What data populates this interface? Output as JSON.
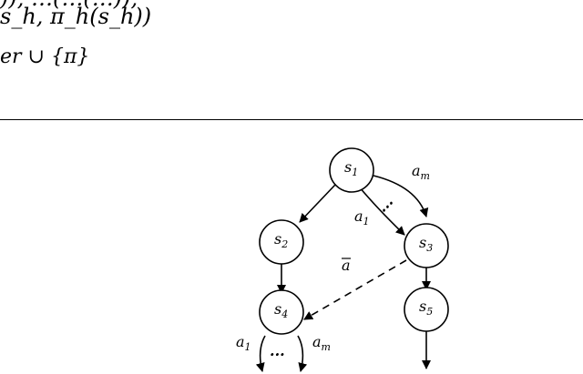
{
  "text_fragments": {
    "top_line_1": ")), …(…(…)),",
    "top_line_2": "s_h, π_h(s_h))",
    "top_line_3": "er ∪ {π}"
  },
  "diagram": {
    "nodes": [
      {
        "id": "s1",
        "label": "s",
        "sub": "1"
      },
      {
        "id": "s2",
        "label": "s",
        "sub": "2"
      },
      {
        "id": "s3",
        "label": "s",
        "sub": "3"
      },
      {
        "id": "s4",
        "label": "s",
        "sub": "4"
      },
      {
        "id": "s5",
        "label": "s",
        "sub": "5"
      }
    ],
    "edge_labels": {
      "am_top": {
        "base": "a",
        "sub": "m"
      },
      "a1_top": {
        "base": "a",
        "sub": "1"
      },
      "abar": {
        "base": "a"
      },
      "a1_bottom": {
        "base": "a",
        "sub": "1"
      },
      "am_bottom": {
        "base": "a",
        "sub": "m"
      }
    },
    "ellipsis": "...",
    "colors": {
      "stroke": "#000000",
      "fill": "#ffffff"
    }
  }
}
